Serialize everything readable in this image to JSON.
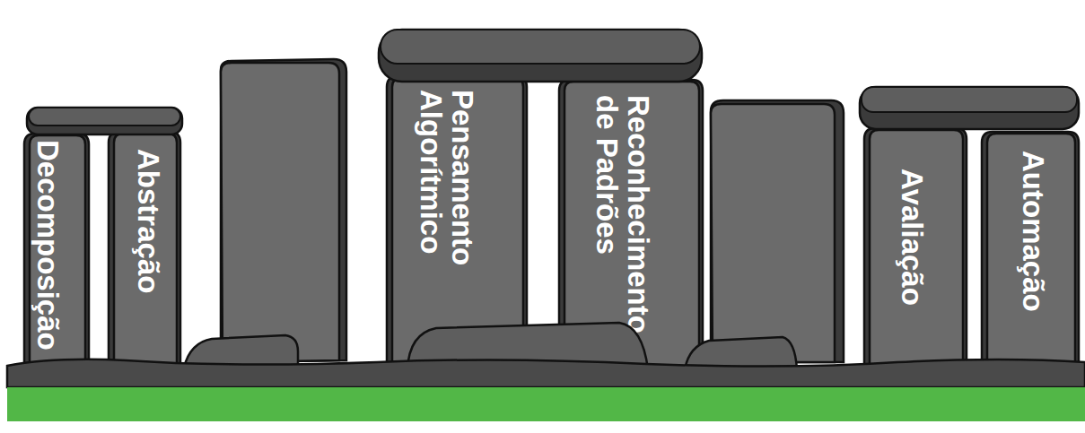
{
  "diagram": {
    "nodes": [
      {
        "text": [
          "Decomposição"
        ]
      },
      {
        "text": [
          "Abstração"
        ]
      },
      {
        "text": [
          "Pensamento Algorítmico"
        ]
      },
      {
        "text": [
          "Reconhecimento de Padrões"
        ]
      },
      {
        "text": [
          "Avaliação"
        ]
      },
      {
        "text": [
          "Automação"
        ]
      }
    ]
  }
}
